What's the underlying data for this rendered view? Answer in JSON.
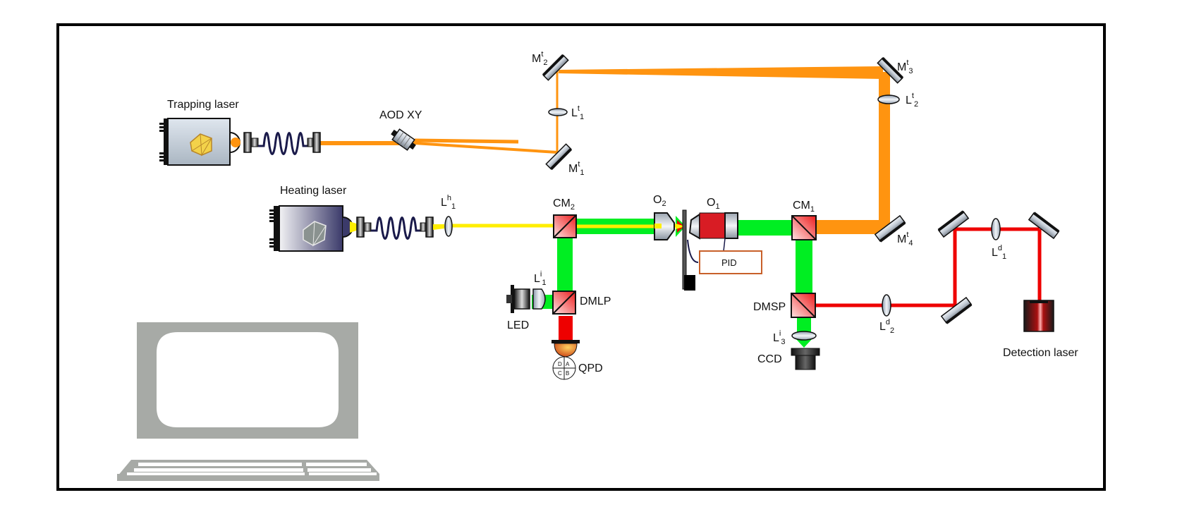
{
  "diagram": {
    "type": "optical-tweezers-setup-schematic",
    "colors": {
      "trapping_beam": "#ff9410",
      "heating_beam": "#ffee00",
      "illumination_beam": "#00ee22",
      "detection_beam": "#ee0000",
      "frame": "#000000",
      "computer": "#a7aaa6",
      "pid_box": "#c8602a"
    },
    "labels": {
      "trapping_laser": "Trapping laser",
      "heating_laser": "Heating laser",
      "detection_laser": "Detection laser",
      "aod": "AOD XY",
      "pid": "PID",
      "led": "LED",
      "qpd": "QPD",
      "ccd": "CCD",
      "dmlp": "DMLP",
      "dmsp": "DMSP"
    },
    "components": {
      "Mt1": {
        "base": "M",
        "sup": "t",
        "sub": "1"
      },
      "Mt2": {
        "base": "M",
        "sup": "t",
        "sub": "2"
      },
      "Mt3": {
        "base": "M",
        "sup": "t",
        "sub": "3"
      },
      "Mt4": {
        "base": "M",
        "sup": "t",
        "sub": "4"
      },
      "Lt1": {
        "base": "L",
        "sup": "t",
        "sub": "1"
      },
      "Lt2": {
        "base": "L",
        "sup": "t",
        "sub": "2"
      },
      "Lh1": {
        "base": "L",
        "sup": "h",
        "sub": "1"
      },
      "Li1": {
        "base": "L",
        "sup": "i",
        "sub": "1"
      },
      "Li3": {
        "base": "L",
        "sup": "i",
        "sub": "3"
      },
      "Ld1": {
        "base": "L",
        "sup": "d",
        "sub": "1"
      },
      "Ld2": {
        "base": "L",
        "sup": "d",
        "sub": "2"
      },
      "CM1": {
        "base": "CM",
        "sub": "1"
      },
      "CM2": {
        "base": "CM",
        "sub": "2"
      },
      "O1": {
        "base": "O",
        "sub": "1"
      },
      "O2": {
        "base": "O",
        "sub": "2"
      }
    },
    "qpd_quadrants": [
      "A",
      "B",
      "C",
      "D"
    ]
  }
}
